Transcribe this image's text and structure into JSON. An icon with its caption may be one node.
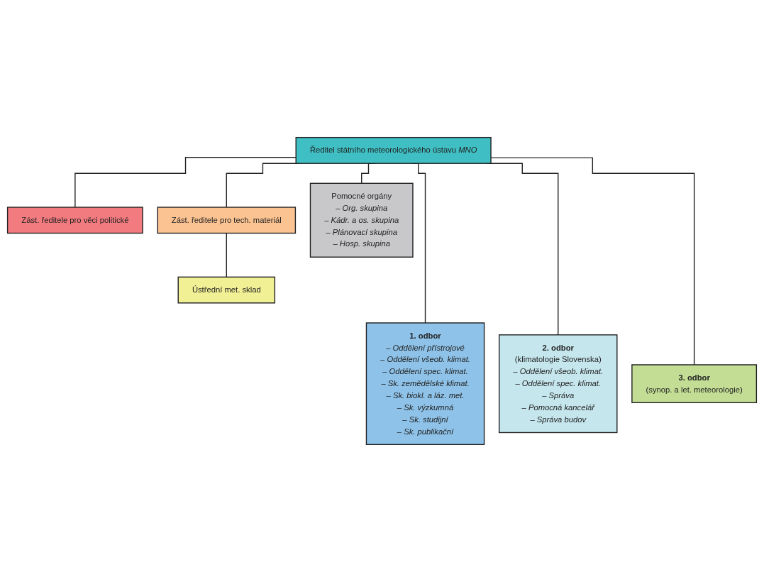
{
  "diagram": {
    "nodes": [
      {
        "text": [
          "Ředitel státního meteorologického ústavu *MNO*"
        ]
      },
      {
        "text": [
          "Zást. ředitele pro věci politické"
        ]
      },
      {
        "text": [
          "Zást. ředitele pro tech. materiál"
        ]
      },
      {
        "text": [
          "Pomocné orgány",
          "*– Org. skupina*",
          "*– Kádr. a os. skupina*",
          "*– Plánovací skupina*",
          "*– Hosp. skupina*"
        ]
      },
      {
        "text": [
          "Ústřední met. sklad"
        ]
      },
      {
        "text": [
          "**1. odbor**",
          "*– Oddělení přístrojové*",
          "*– Oddělení všeob. klimat.*",
          "*– Oddělení spec. klimat.*",
          "*– Sk. zemědělské klimat.*",
          "*– Sk. biokl. a láz. met.*",
          "*– Sk. výzkumná*",
          "*– Sk. studijní*",
          "*– Sk. publikační*"
        ]
      },
      {
        "text": [
          "**2. odbor**",
          "(klimatologie Slovenska)",
          "*– Oddělení všeob. klimat.*",
          "*– Oddělení spec. klimat.*",
          "*– Správa*",
          "*– Pomocná kancelář*",
          "*– Správa budov*"
        ]
      },
      {
        "text": [
          "**3. odbor**",
          "(synop. a let. meteorologie)"
        ]
      }
    ],
    "edges": [
      {
        "from": 0,
        "to": 1,
        "arrow": "none"
      },
      {
        "from": 0,
        "to": 2,
        "arrow": "none"
      },
      {
        "from": 0,
        "to": 3,
        "arrow": "none"
      },
      {
        "from": 2,
        "to": 4,
        "arrow": "none"
      },
      {
        "from": 0,
        "to": 5,
        "arrow": "none"
      },
      {
        "from": 0,
        "to": 6,
        "arrow": "none"
      },
      {
        "from": 0,
        "to": 7,
        "arrow": "none"
      }
    ]
  }
}
